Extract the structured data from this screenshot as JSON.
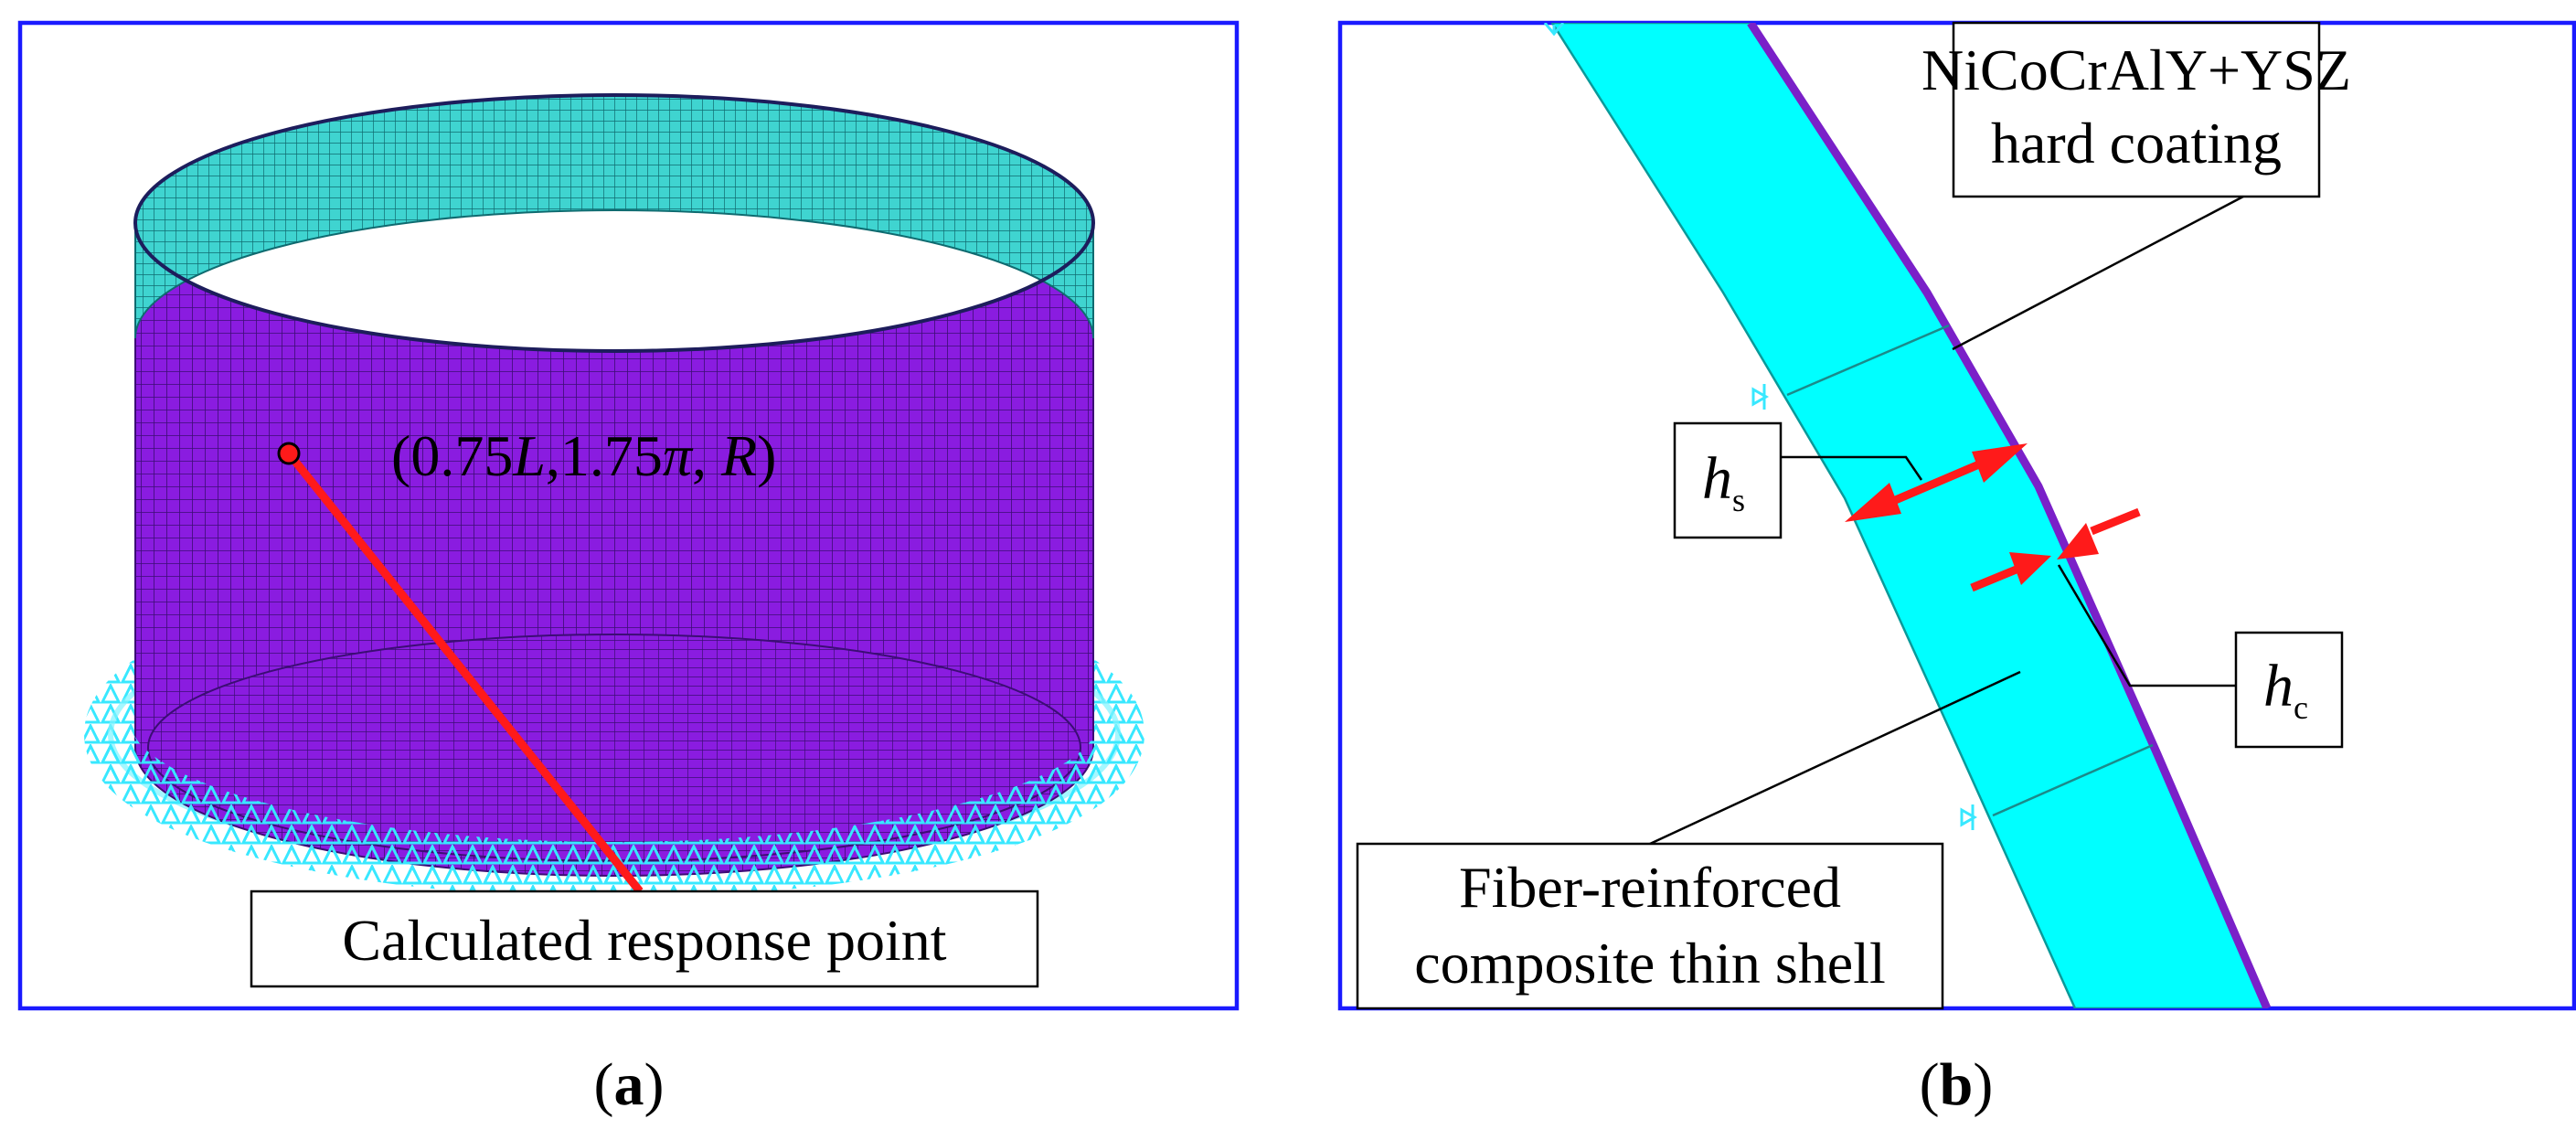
{
  "panel_a": {
    "coordinate": {
      "open": "(0.75",
      "L": "L",
      "mid1": ",1.75",
      "pi": "π",
      "mid2": ", ",
      "R": "R",
      "close": ")"
    },
    "callout": "Calculated response point",
    "caption": {
      "open": "(",
      "letter": "a",
      "close": ")"
    }
  },
  "panel_b": {
    "coating_callout": {
      "line1": "NiCoCrAlY+YSZ",
      "line2": "hard coating"
    },
    "shell_callout": {
      "line1": "Fiber-reinforced",
      "line2": "composite thin shell"
    },
    "hs": {
      "symbol": "h",
      "subscript": "s"
    },
    "hc": {
      "symbol": "h",
      "subscript": "c"
    },
    "caption": {
      "open": "(",
      "letter": "b",
      "close": ")"
    }
  },
  "colors": {
    "frame": "#1a1aff",
    "shell_purple": "#8a1ce0",
    "inner_cyan": "#33c9c9",
    "shell_cyan": "#00ffff",
    "arrow_red": "#ff1a1a"
  }
}
